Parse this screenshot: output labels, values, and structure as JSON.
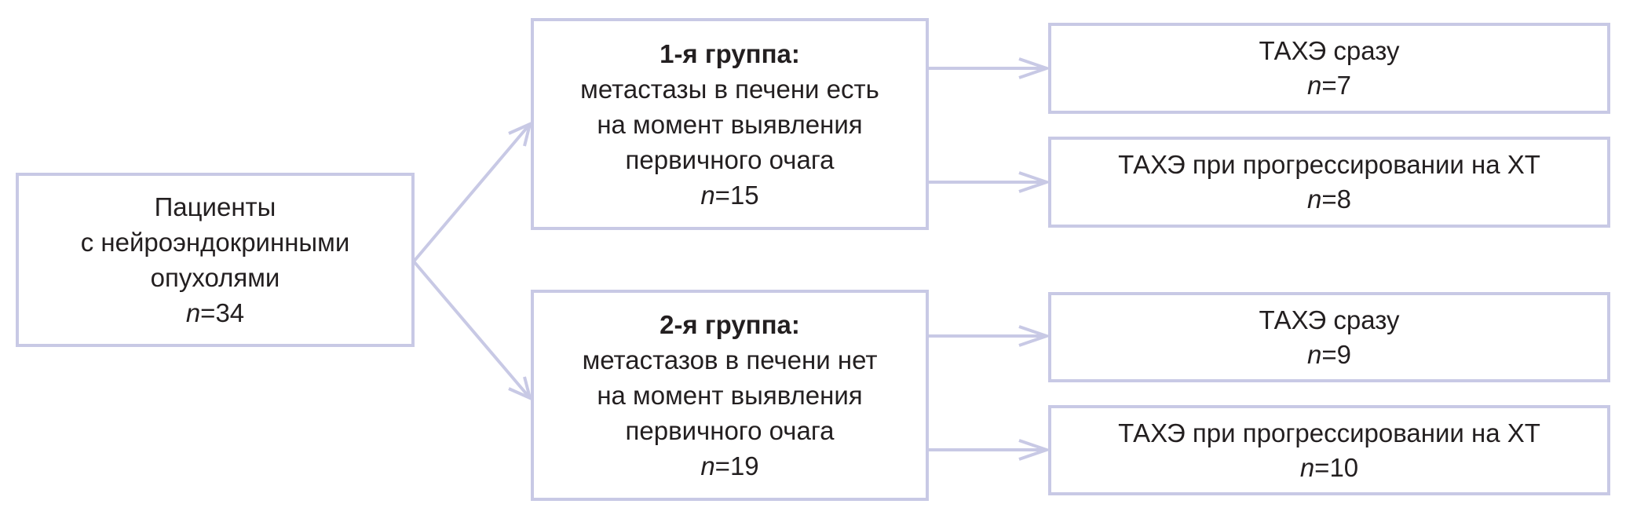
{
  "colors": {
    "line": "#c8c9e5",
    "text": "#231f20",
    "background": "#ffffff"
  },
  "n_prefix": "n",
  "n_sep": "=",
  "root": {
    "lines": [
      "Пациенты",
      "с нейроэндокринными",
      "опухолями"
    ],
    "n": "34"
  },
  "groups": [
    {
      "title": "1-я группа:",
      "lines": [
        "метастазы в печени есть",
        "на момент выявления",
        "первичного очага"
      ],
      "n": "15",
      "branches": [
        {
          "label": "ТАХЭ сразу",
          "n": "7"
        },
        {
          "label": "ТАХЭ при прогрессировании на ХТ",
          "n": "8"
        }
      ]
    },
    {
      "title": "2-я группа:",
      "lines": [
        "метастазов в печени нет",
        "на момент выявления",
        "первичного очага"
      ],
      "n": "19",
      "branches": [
        {
          "label": "ТАХЭ сразу",
          "n": "9"
        },
        {
          "label": "ТАХЭ при прогрессировании на ХТ",
          "n": "10"
        }
      ]
    }
  ]
}
